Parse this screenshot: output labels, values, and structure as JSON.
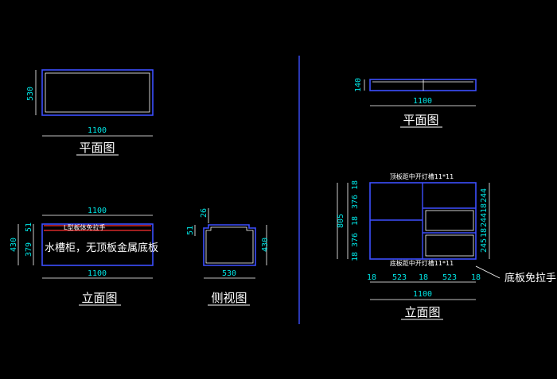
{
  "colors": {
    "background": "#000000",
    "outline": "#3d4fff",
    "dimension_text": "#00e5e5",
    "label_text": "#ffffff",
    "accent_line": "#ff3030"
  },
  "left_plan": {
    "title": "平面图",
    "width": "1100",
    "depth": "530"
  },
  "left_elevation": {
    "title": "立面图",
    "width_top": "1100",
    "width_bottom": "1100",
    "height_total": "430",
    "top_part": "51",
    "lower_part": "379",
    "handle_note": "L型板体免拉手",
    "main_note": "水槽柜，无顶板金属底板"
  },
  "side_view": {
    "title": "侧视图",
    "top_step": "26",
    "left_step": "51",
    "height": "430",
    "depth": "530"
  },
  "right_plan": {
    "title": "平面图",
    "width": "1100",
    "depth": "140"
  },
  "right_elevation": {
    "title": "立面图",
    "top_note": "顶板距中开灯槽11*11",
    "bottom_note": "底板距中开灯槽11*11",
    "pull_note": "底板免拉手",
    "total_height": "805",
    "left_segments": [
      "18",
      "376",
      "18",
      "376",
      "18"
    ],
    "right_segments": [
      "244",
      "18",
      "244",
      "18",
      "245"
    ],
    "bottom_segments": [
      "18",
      "523",
      "18",
      "523",
      "18"
    ],
    "total_width": "1100"
  }
}
